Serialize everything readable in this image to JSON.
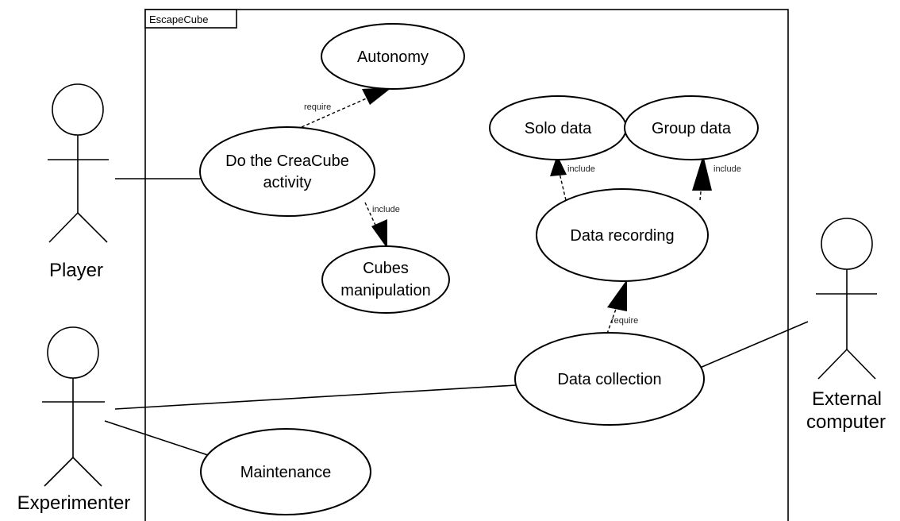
{
  "system": {
    "title": "EscapeCube"
  },
  "actors": {
    "player": "Player",
    "experimenter": "Experimenter",
    "external_line1": "External",
    "external_line2": "computer"
  },
  "use_cases": {
    "autonomy": "Autonomy",
    "do_activity_line1": "Do the CreaCube",
    "do_activity_line2": "activity",
    "cubes_line1": "Cubes",
    "cubes_line2": "manipulation",
    "solo_data": "Solo data",
    "group_data": "Group data",
    "data_recording": "Data recording",
    "data_collection": "Data collection",
    "maintenance": "Maintenance"
  },
  "relations": {
    "require_autonomy": "require",
    "include_cubes": "include",
    "include_solo": "include",
    "include_group": "include",
    "require_recording": "require"
  }
}
